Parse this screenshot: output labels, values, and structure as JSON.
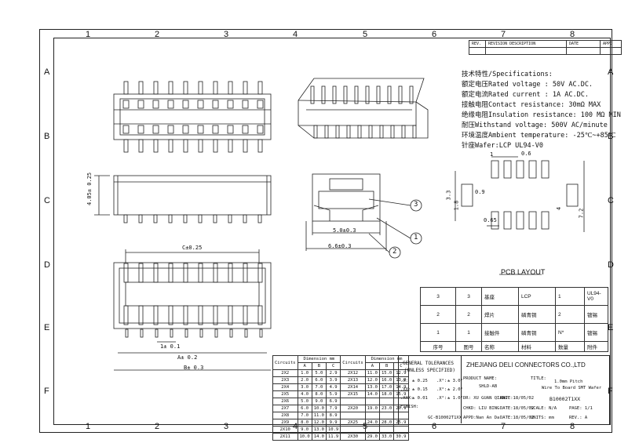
{
  "zones": {
    "top": [
      "1",
      "2",
      "3",
      "4",
      "5",
      "6",
      "7",
      "8"
    ],
    "bottom": [
      "1",
      "2",
      "3",
      "4",
      "5",
      "6",
      "7",
      "8"
    ],
    "left": [
      "A",
      "B",
      "C",
      "D",
      "E",
      "F"
    ],
    "right": [
      "A",
      "B",
      "C",
      "D",
      "E",
      "F"
    ]
  },
  "revision": {
    "rev": "REV.",
    "desc": "REVISION DESCRIPTION",
    "date": "DATE",
    "appd": "APPD"
  },
  "specs": [
    "技术特性/Specifications:",
    "额定电压Rated voltage : 50V AC.DC.",
    "额定电流Rated current : 1A AC.DC.",
    "接触电阻Contact resistance: 30mΩ MAX",
    "绝缘电阻Insulation resistance: 100 MΩ MIN",
    "耐压Withstand voltage: 500V AC/minute",
    "环境温度Ambient temperature: -25℃~+85℃",
    "针座Wafer:LCP UL94-V0"
  ],
  "dims": {
    "height": "4.05± 0.25",
    "d50": "5.0±0.3",
    "d66": "6.6±0.3",
    "c": "C±0.25",
    "p1": "1± 0.1",
    "a": "A± 0.2",
    "b": "B± 0.3",
    "callout1": "1",
    "callout2": "2",
    "callout3": "3"
  },
  "pcb": {
    "title": "PCB LAYOUT",
    "d06": "0.6",
    "d1": "1",
    "d33": "3.3",
    "d18": "1.8",
    "d09": "0.9",
    "d065": "0.65",
    "d4": "4",
    "d72": "7.2"
  },
  "bom": {
    "rows": [
      {
        "n": "3",
        "c": "3",
        "name": "基座",
        "mat": "LCP",
        "qty": "1",
        "note": "UL94-V0"
      },
      {
        "n": "2",
        "c": "2",
        "name": "焊片",
        "mat": "磷青铜",
        "qty": "2",
        "note": "镀锡"
      },
      {
        "n": "1",
        "c": "1",
        "name": "接触件",
        "mat": "磷青铜",
        "qty": "N*",
        "note": "镀锡"
      }
    ],
    "header": {
      "n": "序号",
      "c": "图号",
      "name": "名称",
      "mat": "材料",
      "qty": "数量",
      "note": "附件"
    }
  },
  "dim_table": {
    "header1": [
      "Circuits",
      "Dimension mm",
      "Circuits",
      "Dimension mm"
    ],
    "header2": [
      "",
      "A",
      "B",
      "C",
      "",
      "A",
      "B",
      "C"
    ],
    "rows": [
      [
        "2X2",
        "1.0",
        "5.0",
        "2.9",
        "2X12",
        "11.0",
        "15.0",
        "12.9"
      ],
      [
        "2X3",
        "2.0",
        "6.0",
        "3.9",
        "2X13",
        "12.0",
        "16.0",
        "13.9"
      ],
      [
        "2X4",
        "3.0",
        "7.0",
        "4.9",
        "2X14",
        "13.0",
        "17.0",
        "14.9"
      ],
      [
        "2X5",
        "4.0",
        "8.0",
        "5.9",
        "2X15",
        "14.0",
        "18.0",
        "15.9"
      ],
      [
        "2X6",
        "5.0",
        "9.0",
        "6.9",
        "",
        "",
        "",
        ""
      ],
      [
        "2X7",
        "6.0",
        "10.0",
        "7.9",
        "2X20",
        "19.0",
        "23.0",
        "20.9"
      ],
      [
        "2X8",
        "7.0",
        "11.0",
        "8.9",
        "",
        "",
        "",
        ""
      ],
      [
        "2X9",
        "8.0",
        "12.0",
        "9.9",
        "2X25",
        "24.0",
        "28.0",
        "25.9"
      ],
      [
        "2X10",
        "9.0",
        "13.0",
        "10.9",
        "",
        "",
        "",
        ""
      ],
      [
        "2X11",
        "10.0",
        "14.0",
        "11.9",
        "2X30",
        "29.0",
        "33.0",
        "30.9"
      ]
    ]
  },
  "titleblock": {
    "tol_title": "GENERAL TOLERANCES",
    "tol_sub": "(UNLESS SPECIFIED)",
    "tol_rows": [
      [
        ".X:",
        "± 0.25",
        ".X°:",
        "± 3.0°"
      ],
      [
        ".XX:",
        "± 0.15",
        ".X°:",
        "± 2.0°"
      ],
      [
        ".XXX:",
        "± 0.01",
        ".X°:",
        "± 1.0°"
      ]
    ],
    "finish": "FINISH:",
    "company": "ZHEJIANG DELI CONNECTORS CO.,LTD",
    "product_name_label": "PRODUCT NAME:",
    "product_name": "SHLD-AB",
    "title_label": "TITLE:",
    "title_line1": "1.0mm Pitch",
    "title_line2": "Wire To Board SMT Wafer",
    "dr": "DR: XU GUAN QIANG",
    "date1": "DATE:18/05/02",
    "part_no": "B10002T1XX",
    "chk": "CHKD: LIU BING",
    "date2": "DATE:18/05/02",
    "scale": "SCALE: N/A",
    "page": "PAGE: 1/1",
    "appd": "APPD:Nan An Da",
    "date3": "DATE:18/05/02",
    "units": "UNITS: mm",
    "rev": "REV.: A",
    "doc": "GC-B10002T1XX"
  }
}
